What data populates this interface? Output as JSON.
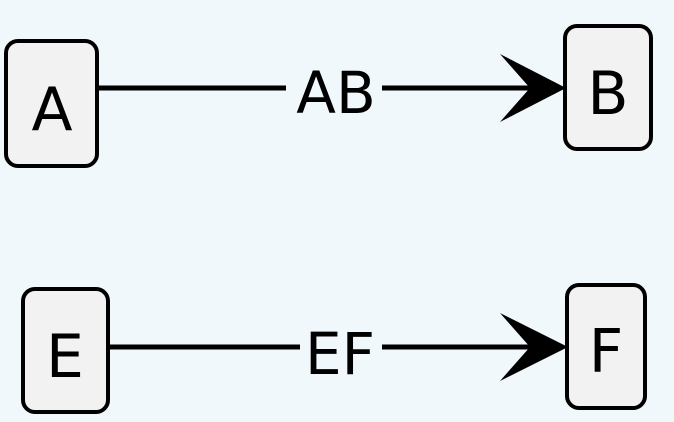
{
  "colors": {
    "background": "#f1f8fc",
    "node_fill": "#f2f2f2",
    "stroke": "#000000",
    "text": "#000000"
  },
  "nodes": {
    "a": {
      "label": "A"
    },
    "b": {
      "label": "B"
    },
    "e": {
      "label": "E"
    },
    "f": {
      "label": "F"
    }
  },
  "edges": {
    "ab": {
      "label": "AB"
    },
    "ef": {
      "label": "EF"
    }
  }
}
